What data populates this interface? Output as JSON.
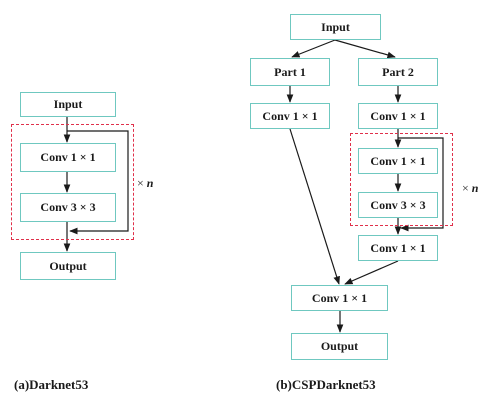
{
  "darknet": {
    "input": "Input",
    "conv1": "Conv 1 × 1",
    "conv3": "Conv 3 × 3",
    "output": "Output",
    "repeat_prefix": "× ",
    "repeat_var": "n",
    "caption": "(a)Darknet53"
  },
  "csp": {
    "input": "Input",
    "part1": "Part 1",
    "part2": "Part 2",
    "part1_conv": "Conv 1 × 1",
    "part2_conv": "Conv 1 × 1",
    "block_conv1": "Conv 1 × 1",
    "block_conv3": "Conv 3 × 3",
    "after_conv": "Conv 1 × 1",
    "merge_conv": "Conv 1 × 1",
    "output": "Output",
    "repeat_prefix": "× ",
    "repeat_var": "n",
    "caption": "(b)CSPDarknet53"
  },
  "colors": {
    "box_border": "#6fc8c0",
    "dashed_border": "#e0304a",
    "arrow": "#1a1a1a"
  }
}
